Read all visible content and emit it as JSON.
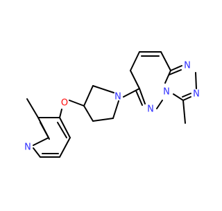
{
  "molecule": {
    "colors": {
      "bond": "#000000",
      "nitrogen": "#2f2fff",
      "oxygen": "#ff0d0d"
    },
    "atom_labels": {
      "o_ether": "O",
      "n_pyrrolidine": "N",
      "n_pyridine": "N",
      "n_triazole_1": "N",
      "n_triazole_2": "N",
      "n_bridge": "N",
      "n_pyridazine": "N"
    }
  }
}
